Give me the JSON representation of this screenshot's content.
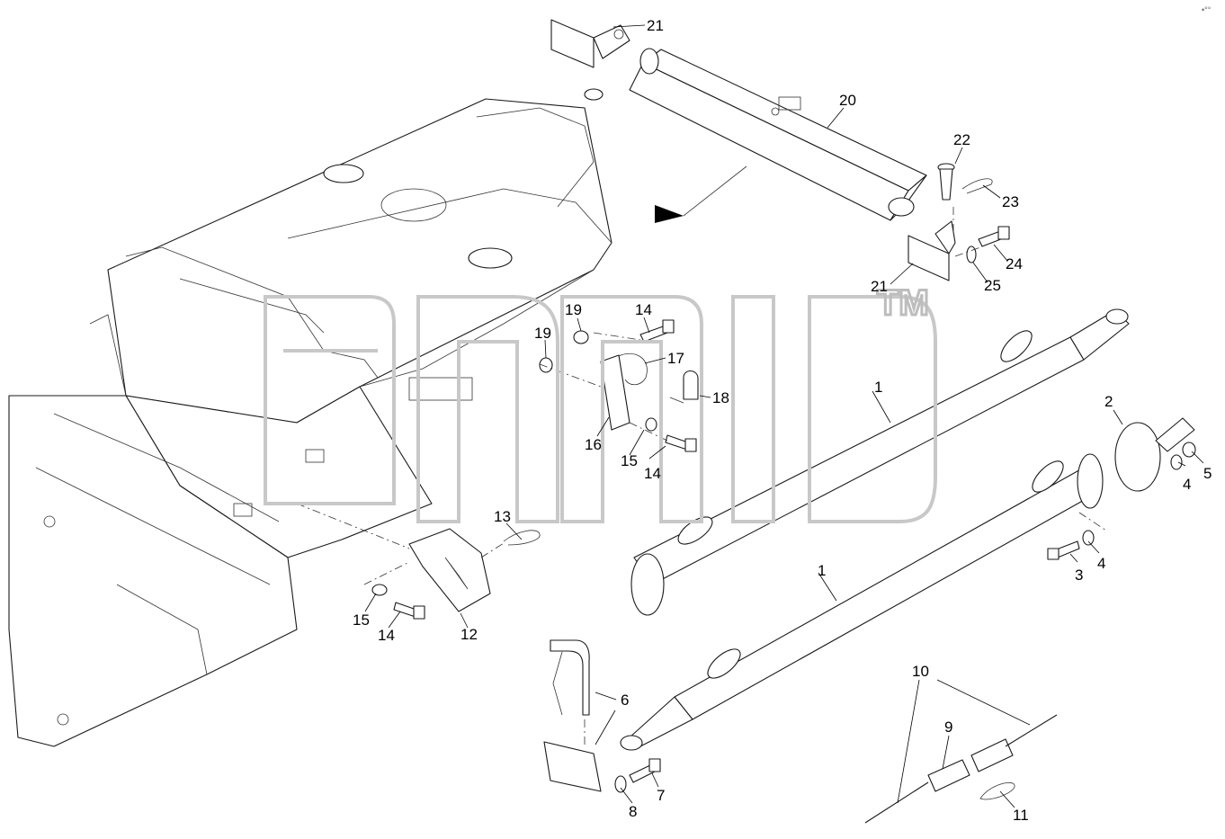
{
  "diagram": {
    "callouts": [
      "1",
      "1",
      "2",
      "3",
      "4",
      "4",
      "5",
      "6",
      "7",
      "8",
      "9",
      "10",
      "11",
      "12",
      "13",
      "14",
      "14",
      "14",
      "15",
      "15",
      "16",
      "17",
      "18",
      "19",
      "19",
      "20",
      "21",
      "21",
      "22",
      "23",
      "24",
      "25"
    ],
    "watermark": {
      "trademark": "TM"
    },
    "corner_mark": "•°°",
    "colors": {
      "line": "#1a1a1a",
      "watermark": "#c8c8c8",
      "background": "#ffffff"
    }
  }
}
